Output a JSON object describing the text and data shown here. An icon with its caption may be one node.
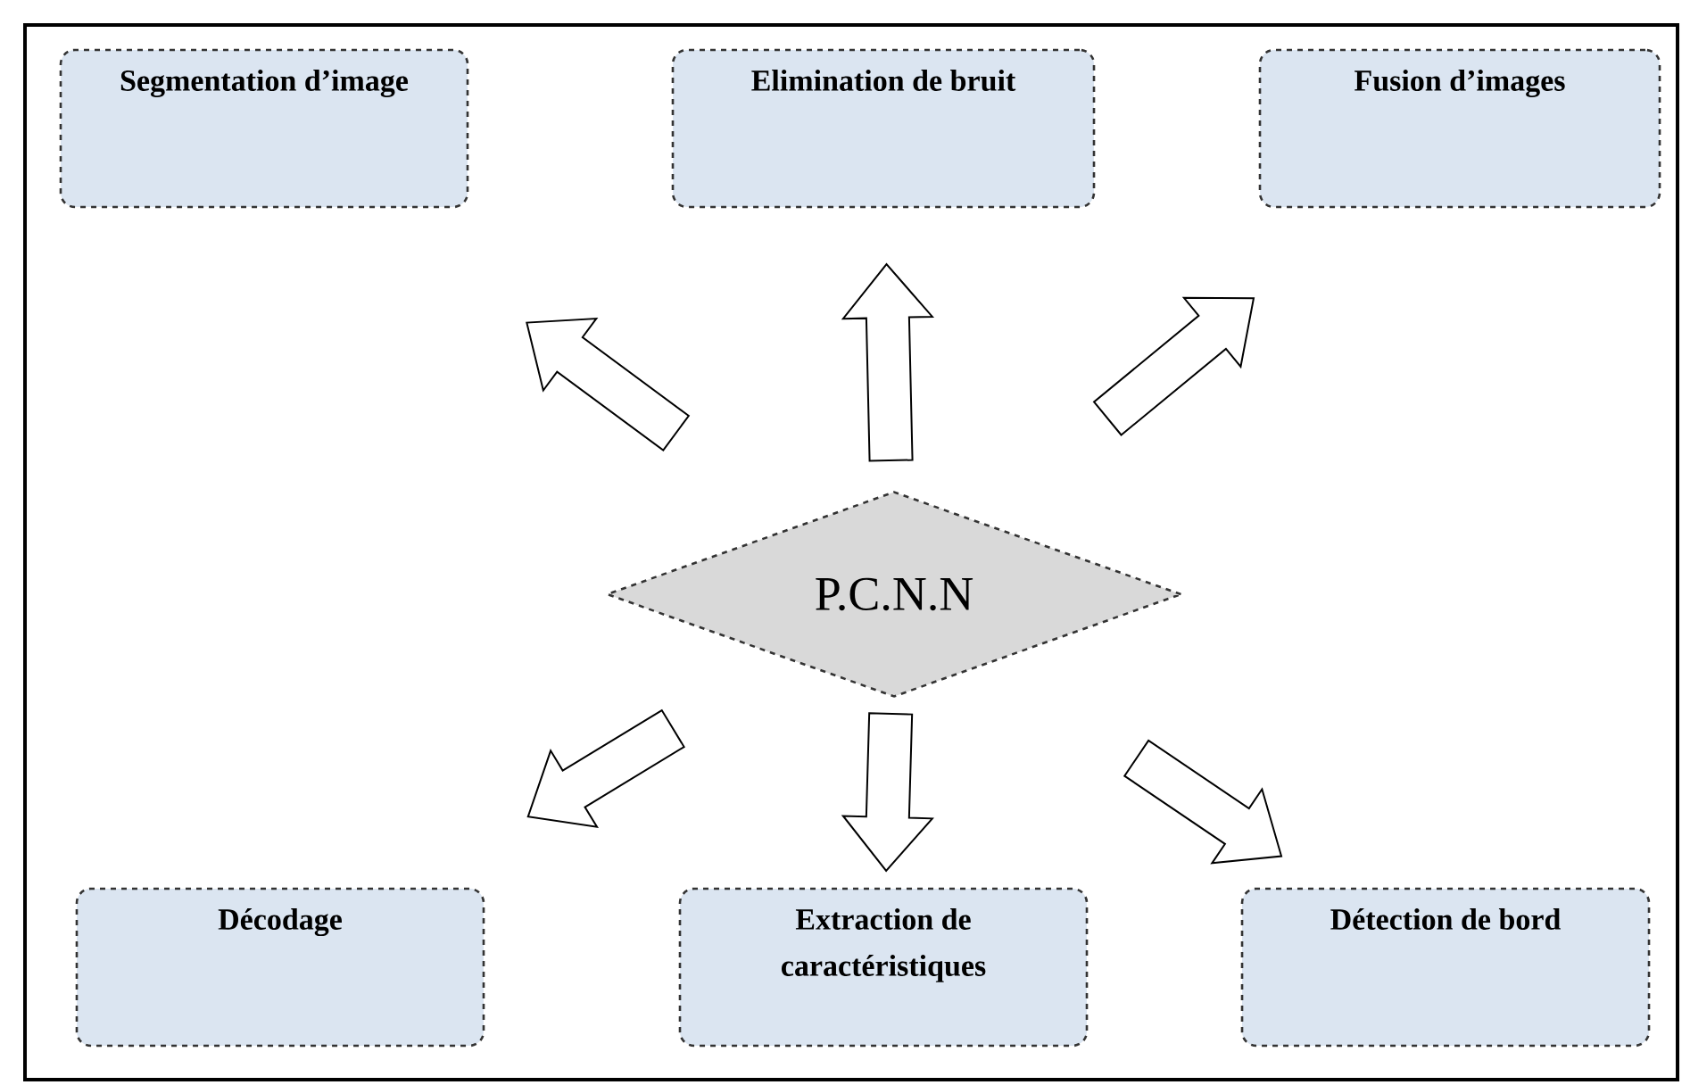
{
  "diagram": {
    "nodes": [
      {
        "text": [
          "Segmentation d’image"
        ]
      },
      {
        "text": [
          "Elimination de bruit"
        ]
      },
      {
        "text": [
          "Fusion d’images"
        ]
      },
      {
        "text": [
          "P.C.N.N"
        ]
      },
      {
        "text": [
          "Décodage"
        ]
      },
      {
        "text": [
          "Extraction de caractéristiques"
        ]
      },
      {
        "text": [
          "Détection de bord"
        ]
      }
    ],
    "edges": [
      {
        "from": 3,
        "to": 0,
        "arrow": "to"
      },
      {
        "from": 3,
        "to": 1,
        "arrow": "to"
      },
      {
        "from": 3,
        "to": 2,
        "arrow": "to"
      },
      {
        "from": 3,
        "to": 4,
        "arrow": "to"
      },
      {
        "from": 3,
        "to": 5,
        "arrow": "to"
      },
      {
        "from": 3,
        "to": 6,
        "arrow": "to"
      }
    ]
  }
}
